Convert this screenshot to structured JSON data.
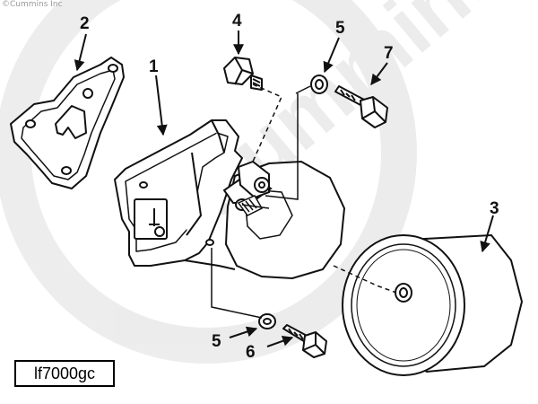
{
  "copyright": "©Cummins Inc",
  "watermark": "Cummins",
  "reference_code": "lf7000gc",
  "callouts": {
    "c1": "1",
    "c2": "2",
    "c3": "3",
    "c4": "4",
    "c5_top": "5",
    "c5_bottom": "5",
    "c6": "6",
    "c7": "7"
  }
}
